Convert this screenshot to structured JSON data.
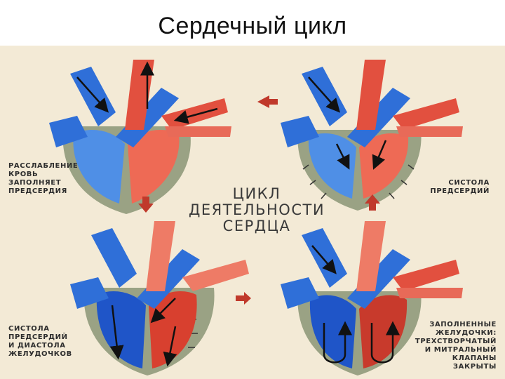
{
  "slide": {
    "title": "Сердечный цикл"
  },
  "diagram": {
    "center_title": {
      "line1": "ЦИКЛ ДЕЯТЕЛЬНОСТИ",
      "line2": "СЕРДЦА"
    },
    "labels": {
      "top_left": [
        "РАССЛАБЛЕНИЕ",
        "КРОВЬ",
        "ЗАПОЛНЯЕТ",
        "ПРЕДСЕРДИЯ"
      ],
      "top_right": [
        "СИСТОЛА",
        "ПРЕДСЕРДИЙ"
      ],
      "bottom_left": [
        "СИСТОЛА",
        "ПРЕДСЕРДИЙ",
        "И ДИАСТОЛА",
        "ЖЕЛУДОЧКОВ"
      ],
      "bottom_right": [
        "ЗАПОЛНЕННЫЕ",
        "ЖЕЛУДОЧКИ:",
        "ТРЕХСТВОРЧАТЫЙ",
        "И МИТРАЛЬНЫЙ",
        "КЛАПАНЫ",
        "ЗАКРЫТЫ"
      ]
    },
    "colors": {
      "background": "#f3ead6",
      "venous_blue": "#2f6fd8",
      "arterial_red": "#e2503f",
      "myocardium": "#9aa284",
      "cycle_arrow": "#c0392b"
    }
  }
}
